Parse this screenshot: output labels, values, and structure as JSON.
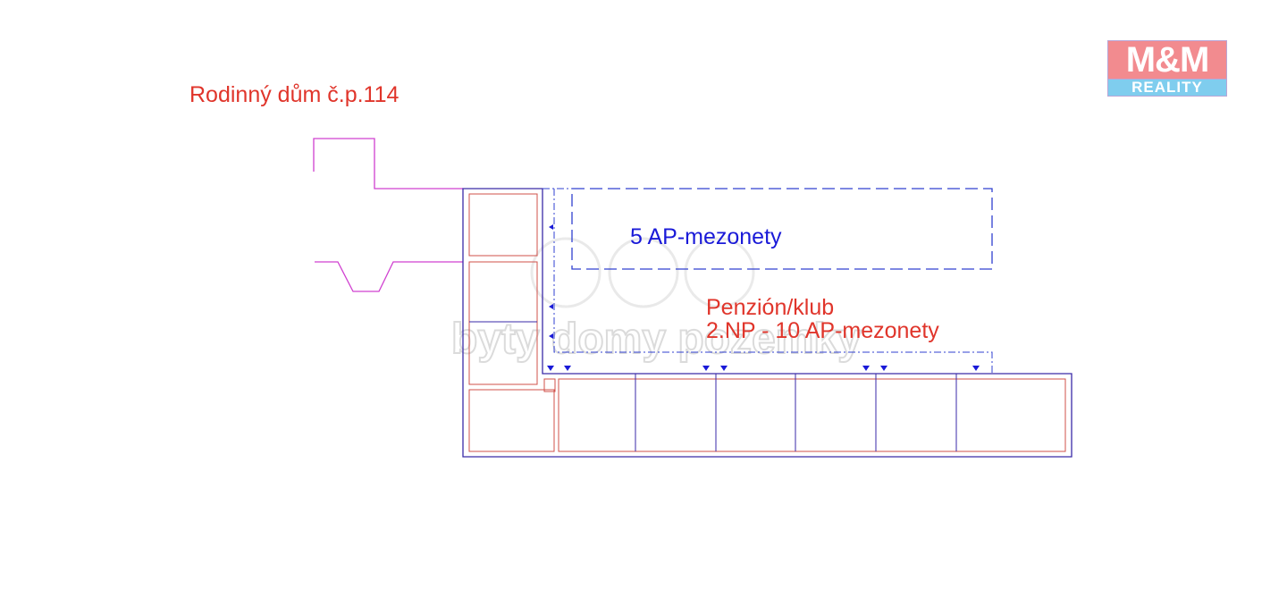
{
  "labels": {
    "neighbor_house": "Rodinný dům č.p.114",
    "upper_wing": "5 AP-mezonety",
    "main_wing_line1": "Penzión/klub",
    "main_wing_line2": "2.NP - 10 AP-mezonety"
  },
  "logo": {
    "top": "M&M",
    "bottom": "REALITY"
  },
  "watermark": "byty domy pozemky",
  "colors": {
    "red_text": "#e0352b",
    "blue_text": "#1a1ad8",
    "outline_blue": "#3a2aa8",
    "room_red": "#d0504a",
    "neighbor_magenta": "#d040d0",
    "dash_blue": "#3040d0"
  }
}
